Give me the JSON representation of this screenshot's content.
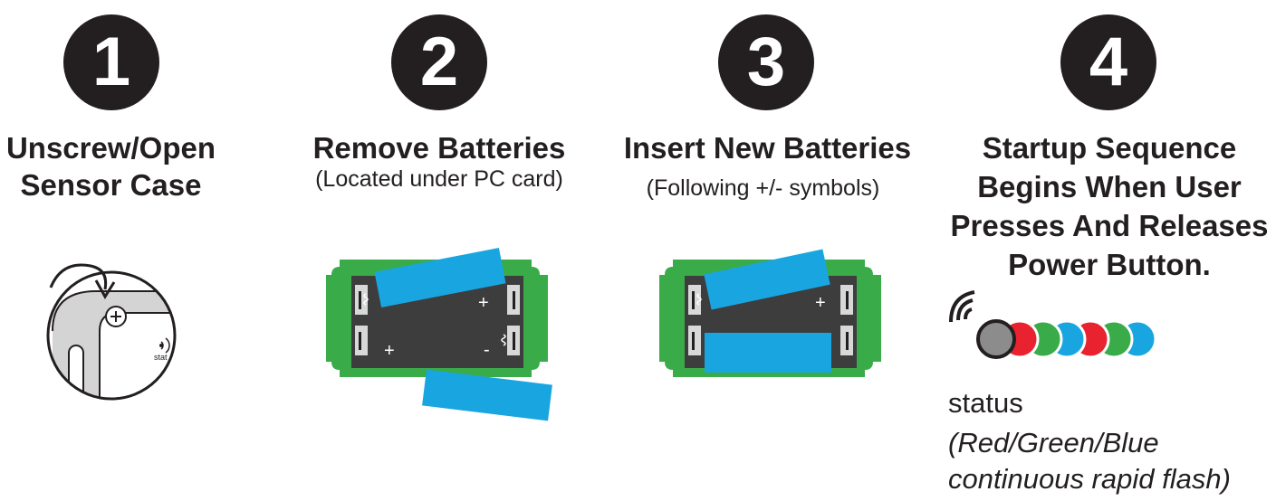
{
  "steps": [
    {
      "number": "1",
      "title_lines": [
        "Unscrew/Open",
        "Sensor Case"
      ],
      "subtitle": ""
    },
    {
      "number": "2",
      "title_lines": [
        "Remove Batteries"
      ],
      "subtitle": "(Located under PC card)"
    },
    {
      "number": "3",
      "title_lines": [
        "Insert New Batteries"
      ],
      "subtitle": "(Following +/- symbols)"
    },
    {
      "number": "4",
      "title_lines": [
        "Startup Sequence",
        "Begins When User",
        "Presses And Releases",
        "Power Button."
      ],
      "subtitle": ""
    }
  ],
  "case_illustration": {
    "status_mini_label": "stat"
  },
  "battery_holder": {
    "plus_symbol": "+",
    "minus_symbol": "-",
    "colors": {
      "pcb": "#3aab49",
      "holder": "#3d3d3d",
      "battery": "#19a6e0"
    }
  },
  "status": {
    "label": "status",
    "note_lines": [
      "(Red/Green/Blue",
      "continuous rapid flash)"
    ],
    "led_sequence": [
      "gray",
      "red",
      "green",
      "blue",
      "red",
      "green",
      "blue"
    ],
    "colors": {
      "gray": "#8c8c8c",
      "red": "#e8222e",
      "green": "#3aab49",
      "blue": "#19a6e0"
    }
  }
}
